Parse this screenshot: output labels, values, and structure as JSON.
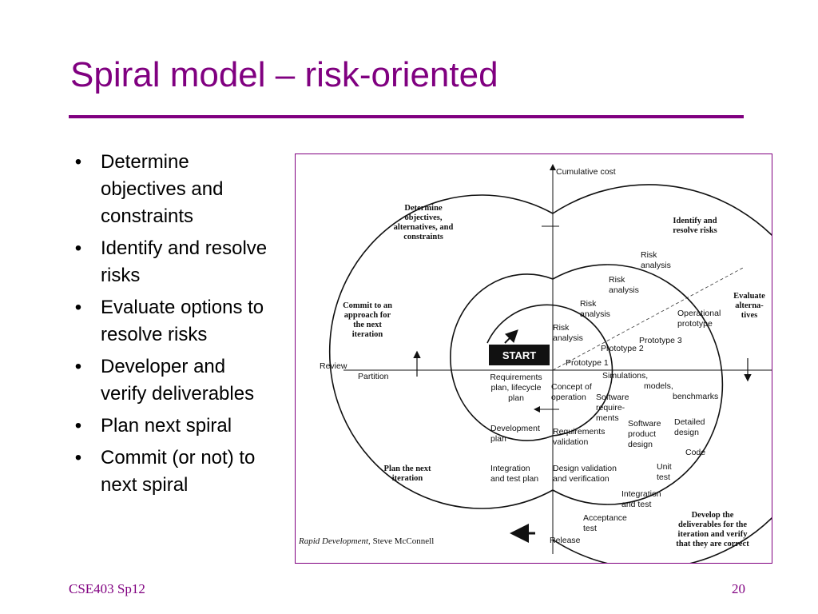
{
  "slide": {
    "title": "Spiral model – risk-oriented",
    "bullets": [
      "Determine objectives and constraints",
      "Identify and resolve risks",
      "Evaluate options to resolve risks",
      "Developer and verify deliverables",
      "Plan next spiral",
      "Commit (or not) to next spiral"
    ],
    "footer_left": "CSE403 Sp12",
    "page_number": "20",
    "accent_color": "#800080"
  },
  "figure": {
    "axis_label": "Cumulative cost",
    "review": "Review",
    "partition": "Partition",
    "start": "START",
    "phases": {
      "determine": [
        "Determine",
        "objectives,",
        "alternatives, and",
        "constraints"
      ],
      "identify": [
        "Identify and",
        "resolve risks"
      ],
      "evaluate": [
        "Evaluate",
        "alterna-",
        "tives"
      ],
      "commit": [
        "Commit to an",
        "approach for",
        "the next",
        "iteration"
      ],
      "plan": [
        "Plan the next",
        "iteration"
      ],
      "develop": [
        "Develop the",
        "deliverables for the",
        "iteration and verify",
        "that they are correct"
      ]
    },
    "risk_analysis": [
      [
        "Risk",
        "analysis"
      ],
      [
        "Risk",
        "analysis"
      ],
      [
        "Risk",
        "analysis"
      ],
      [
        "Risk",
        "analysis"
      ]
    ],
    "prototypes": [
      "Prototype 1",
      "Prototype 2",
      "Prototype 3"
    ],
    "operational_prototype": [
      "Operational",
      "prototype"
    ],
    "simulations": [
      "Simulations,",
      "models,",
      "benchmarks"
    ],
    "requirements_plan": [
      "Requirements",
      "plan, lifecycle",
      "plan"
    ],
    "concept": [
      "Concept of",
      "operation"
    ],
    "software_requirements": [
      "Software",
      "require-",
      "ments"
    ],
    "software_design": [
      "Software",
      "product",
      "design"
    ],
    "detailed_design": [
      "Detailed",
      "design"
    ],
    "code": "Code",
    "unit_test": [
      "Unit",
      "test"
    ],
    "integration_test": [
      "Integration",
      "and test"
    ],
    "acceptance_test": [
      "Acceptance",
      "test"
    ],
    "release": "Release",
    "development_plan": [
      "Development",
      "plan"
    ],
    "requirements_validation": [
      "Requirements",
      "validation"
    ],
    "integration_plan": [
      "Integration",
      "and test plan"
    ],
    "design_validation": [
      "Design validation",
      "and verification"
    ],
    "caption_italic": "Rapid Development,",
    "caption_author": "Steve McConnell"
  }
}
